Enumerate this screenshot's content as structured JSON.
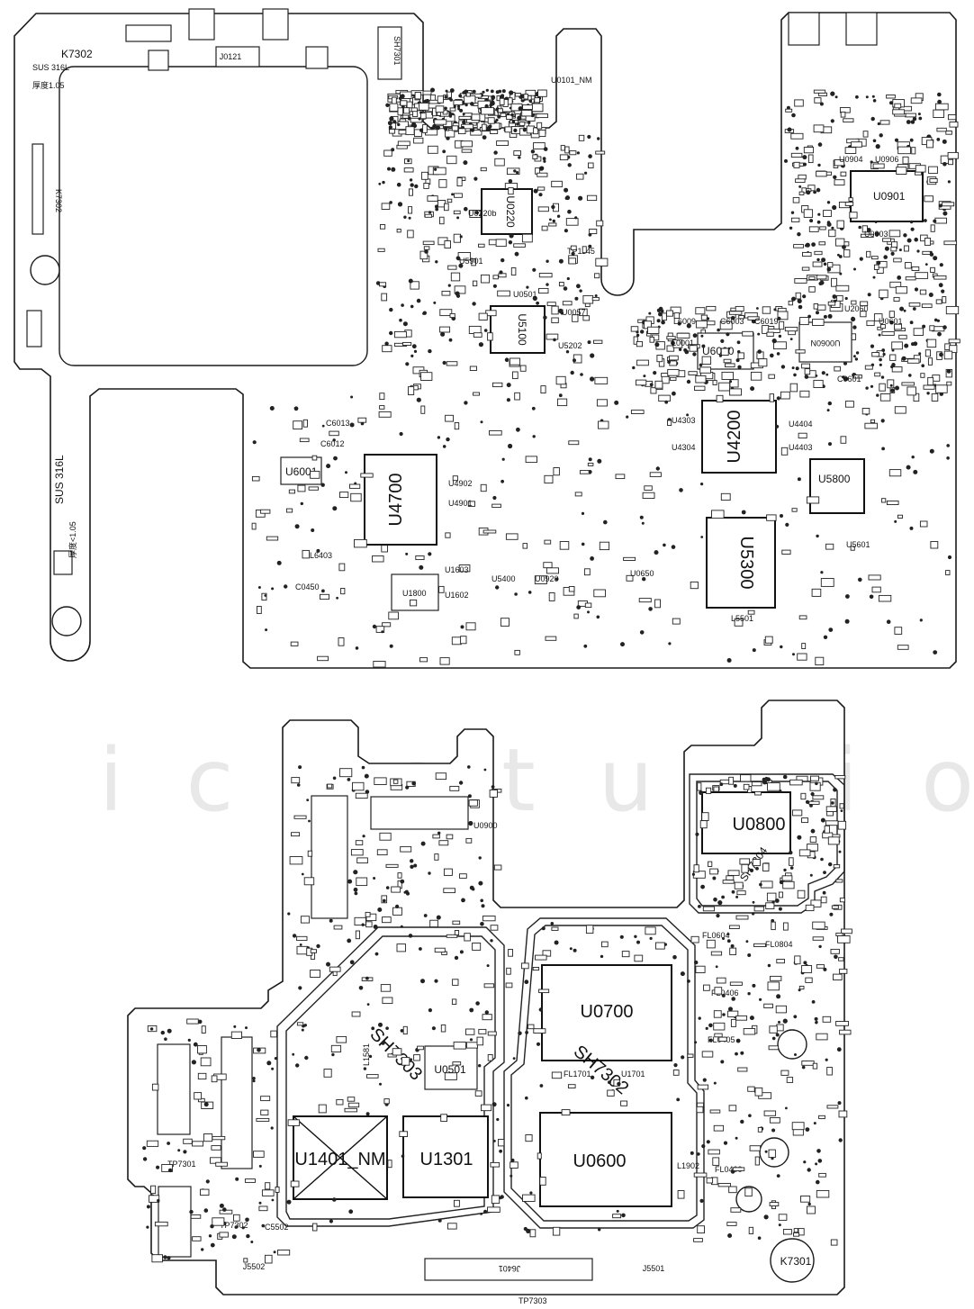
{
  "watermark": "ictstudio.be",
  "top_board": {
    "labels": {
      "k7302": "K7302",
      "sus_316l": "SUS 316L",
      "thickness_top": "厚度1.05",
      "sus_316l_side": "SUS 316L",
      "thickness_side": "厚度<1.05",
      "k7302_side": "K7302",
      "j0121": "J0121",
      "sh7301_top": "SH7301",
      "u0101_nm": "U0101_NM",
      "tp1145": "TP1145"
    },
    "chips": {
      "u4700": "U4700",
      "u4200": "U4200",
      "u5300": "U5300",
      "u5100": "U5100",
      "u0220": "U0220",
      "u0901": "U0901",
      "u6000": "U6000",
      "u5800": "U5800",
      "u1800": "U1800",
      "u6001": "U6001",
      "u0060n": "U0060N"
    },
    "small": [
      "U0904",
      "U0906",
      "U0003",
      "U5901",
      "U5202",
      "L6009",
      "C6003",
      "C6019",
      "L0001",
      "C6013",
      "C6012",
      "U0650",
      "U5400",
      "U0920",
      "L5501",
      "U0501",
      "U4901",
      "U4902",
      "L6403",
      "C0450",
      "U4303",
      "U4304",
      "U4404",
      "U4403",
      "U5601",
      "C0601",
      "U2060",
      "U0601",
      "U1603",
      "U1602",
      "U0220b",
      "U0057"
    ]
  },
  "bottom_board": {
    "chips": {
      "u0800": "U0800",
      "u0700": "U0700",
      "u0600": "U0600",
      "u1301": "U1301",
      "u1401_nm": "U1401_NM",
      "u0501": "U0501"
    },
    "shields": {
      "sh7302": "SH7302",
      "sh7303": "SH7303",
      "sh7304": "SH7304"
    },
    "labels": {
      "k7301": "K7301",
      "j5501": "J5501",
      "j5502": "J5502",
      "j6401": "J6401",
      "fl0400": "FL0400",
      "fl0804": "FL0804",
      "fl0604": "FL0604",
      "fl0405": "FL0405",
      "fl0406": "FL0406",
      "fl1701": "FL1701",
      "l1902": "L1902",
      "u0900": "U0900",
      "c5502": "C5502",
      "l1581": "L1581",
      "u1701": "U1701",
      "tp7301": "TP7301",
      "tp7302": "TP7302",
      "tp7303": "TP7303"
    }
  }
}
